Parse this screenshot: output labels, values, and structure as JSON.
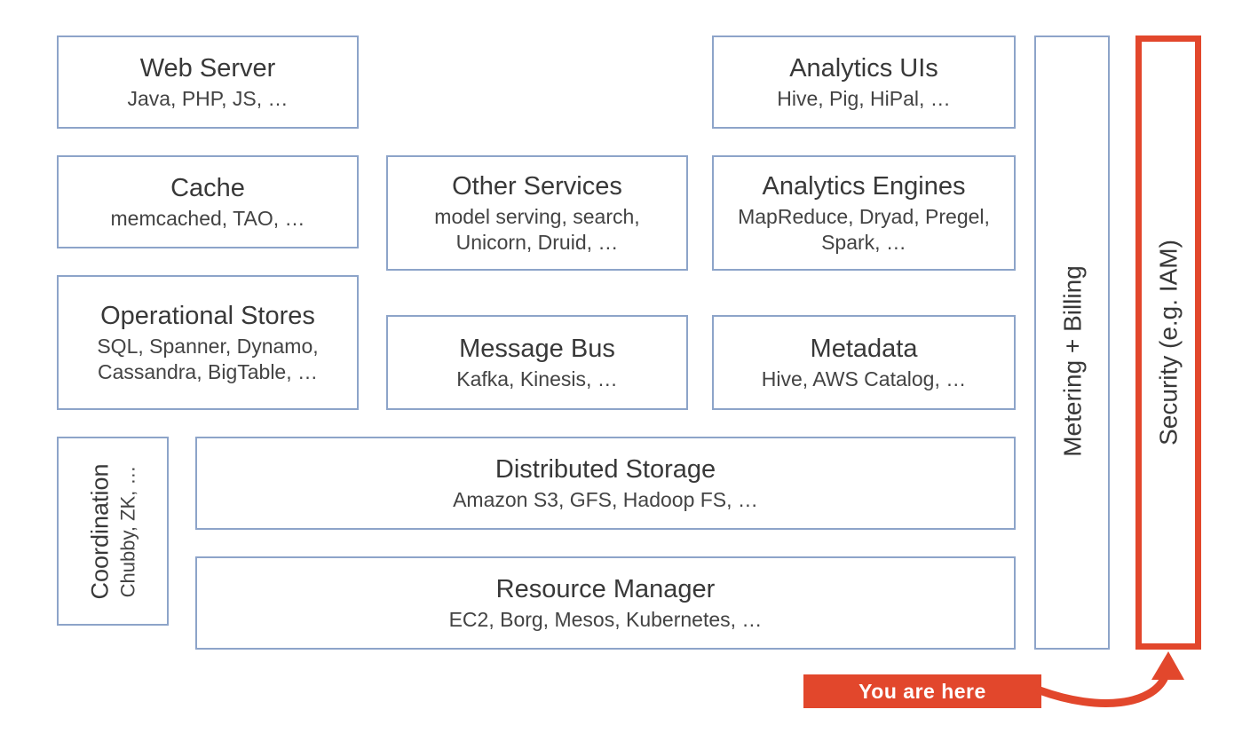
{
  "boxes": {
    "web_server": {
      "title": "Web Server",
      "subtitle": "Java, PHP, JS, …"
    },
    "analytics_uis": {
      "title": "Analytics UIs",
      "subtitle": "Hive, Pig, HiPal, …"
    },
    "cache": {
      "title": "Cache",
      "subtitle": "memcached, TAO, …"
    },
    "other_services": {
      "title": "Other Services",
      "subtitle": "model serving, search, Unicorn, Druid, …"
    },
    "analytics_engines": {
      "title": "Analytics Engines",
      "subtitle": "MapReduce, Dryad, Pregel, Spark, …"
    },
    "operational_stores": {
      "title": "Operational Stores",
      "subtitle": "SQL, Spanner, Dynamo, Cassandra, BigTable, …"
    },
    "message_bus": {
      "title": "Message Bus",
      "subtitle": "Kafka, Kinesis, …"
    },
    "metadata": {
      "title": "Metadata",
      "subtitle": "Hive, AWS Catalog, …"
    },
    "coordination": {
      "title": "Coordination",
      "subtitle": "Chubby, ZK, …"
    },
    "distributed_storage": {
      "title": "Distributed Storage",
      "subtitle": "Amazon S3, GFS, Hadoop FS, …"
    },
    "resource_manager": {
      "title": "Resource Manager",
      "subtitle": "EC2, Borg, Mesos, Kubernetes, …"
    },
    "metering_billing": {
      "title": "Metering + Billing"
    },
    "security": {
      "title": "Security (e.g. IAM)"
    }
  },
  "callout": {
    "label": "You are here"
  },
  "colors": {
    "box_border": "#8da4c9",
    "accent_red": "#e2472c",
    "text": "#3a3a3a",
    "background": "#ffffff"
  }
}
